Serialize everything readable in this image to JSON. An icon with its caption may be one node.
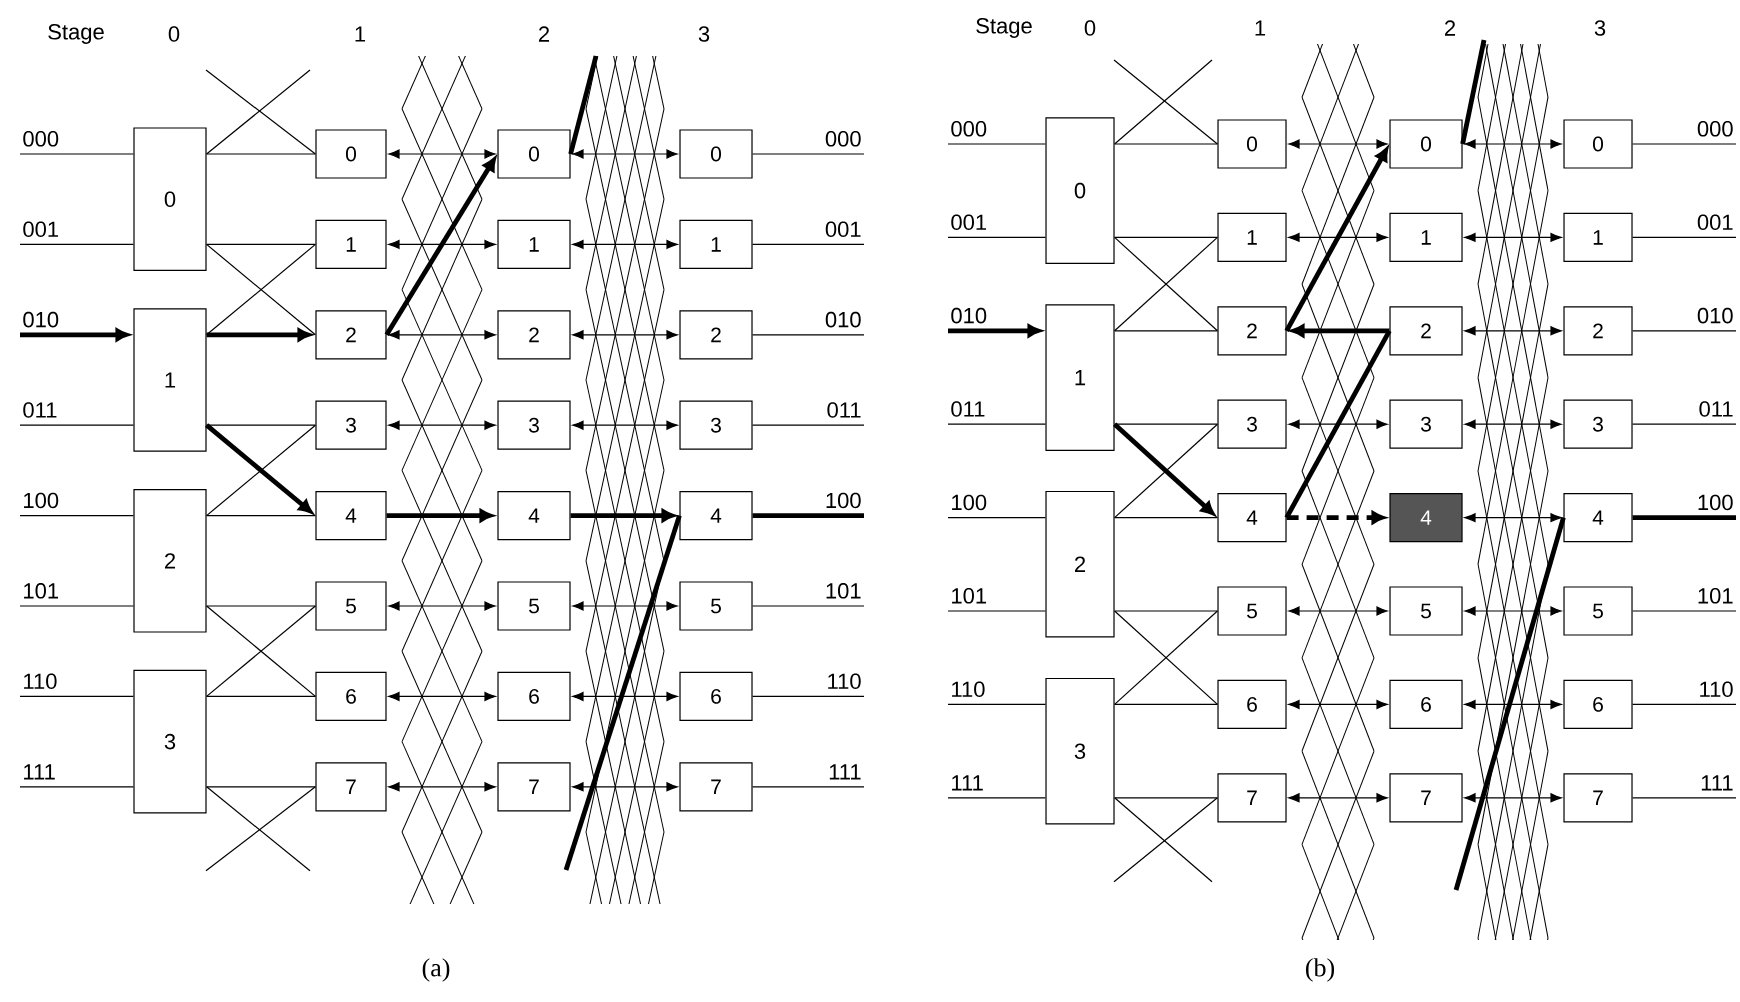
{
  "diagram": {
    "nodes": [
      {
        "text": [
          "000"
        ]
      },
      {
        "text": [
          "001"
        ]
      },
      {
        "text": [
          "010"
        ]
      },
      {
        "text": [
          "011"
        ]
      },
      {
        "text": [
          "100"
        ]
      },
      {
        "text": [
          "101"
        ]
      },
      {
        "text": [
          "110"
        ]
      },
      {
        "text": [
          "111"
        ]
      },
      {
        "text": [
          "0"
        ]
      },
      {
        "text": [
          "1"
        ]
      },
      {
        "text": [
          "2"
        ]
      },
      {
        "text": [
          "3"
        ]
      },
      {
        "text": [
          "0"
        ]
      },
      {
        "text": [
          "1"
        ]
      },
      {
        "text": [
          "2"
        ]
      },
      {
        "text": [
          "3"
        ]
      },
      {
        "text": [
          "4"
        ]
      },
      {
        "text": [
          "5"
        ]
      },
      {
        "text": [
          "6"
        ]
      },
      {
        "text": [
          "7"
        ]
      },
      {
        "text": [
          "0"
        ]
      },
      {
        "text": [
          "1"
        ]
      },
      {
        "text": [
          "2"
        ]
      },
      {
        "text": [
          "3"
        ]
      },
      {
        "text": [
          "4"
        ]
      },
      {
        "text": [
          "5"
        ]
      },
      {
        "text": [
          "6"
        ]
      },
      {
        "text": [
          "7"
        ]
      },
      {
        "text": [
          "0"
        ]
      },
      {
        "text": [
          "1"
        ]
      },
      {
        "text": [
          "2"
        ]
      },
      {
        "text": [
          "3"
        ]
      },
      {
        "text": [
          "4"
        ]
      },
      {
        "text": [
          "5"
        ]
      },
      {
        "text": [
          "6"
        ]
      },
      {
        "text": [
          "7"
        ]
      },
      {
        "text": [
          "000"
        ]
      },
      {
        "text": [
          "001"
        ]
      },
      {
        "text": [
          "010"
        ]
      },
      {
        "text": [
          "011"
        ]
      },
      {
        "text": [
          "100"
        ]
      },
      {
        "text": [
          "101"
        ]
      },
      {
        "text": [
          "110"
        ]
      },
      {
        "text": [
          "111"
        ]
      },
      {
        "text": [
          "000"
        ]
      },
      {
        "text": [
          "001"
        ]
      },
      {
        "text": [
          "010"
        ]
      },
      {
        "text": [
          "011"
        ]
      },
      {
        "text": [
          "100"
        ]
      },
      {
        "text": [
          "101"
        ]
      },
      {
        "text": [
          "110"
        ]
      },
      {
        "text": [
          "111"
        ]
      },
      {
        "text": [
          "0"
        ]
      },
      {
        "text": [
          "1"
        ]
      },
      {
        "text": [
          "2"
        ]
      },
      {
        "text": [
          "3"
        ]
      },
      {
        "text": [
          "0"
        ]
      },
      {
        "text": [
          "1"
        ]
      },
      {
        "text": [
          "2"
        ]
      },
      {
        "text": [
          "3"
        ]
      },
      {
        "text": [
          "4"
        ]
      },
      {
        "text": [
          "5"
        ]
      },
      {
        "text": [
          "6"
        ]
      },
      {
        "text": [
          "7"
        ]
      },
      {
        "text": [
          "0"
        ]
      },
      {
        "text": [
          "1"
        ]
      },
      {
        "text": [
          "2"
        ]
      },
      {
        "text": [
          "3"
        ]
      },
      {
        "text": [
          "4"
        ]
      },
      {
        "text": [
          "5"
        ]
      },
      {
        "text": [
          "6"
        ]
      },
      {
        "text": [
          "7"
        ]
      },
      {
        "text": [
          "0"
        ]
      },
      {
        "text": [
          "1"
        ]
      },
      {
        "text": [
          "2"
        ]
      },
      {
        "text": [
          "3"
        ]
      },
      {
        "text": [
          "4"
        ]
      },
      {
        "text": [
          "5"
        ]
      },
      {
        "text": [
          "6"
        ]
      },
      {
        "text": [
          "7"
        ]
      },
      {
        "text": [
          "000"
        ]
      },
      {
        "text": [
          "001"
        ]
      },
      {
        "text": [
          "010"
        ]
      },
      {
        "text": [
          "011"
        ]
      },
      {
        "text": [
          "100"
        ]
      },
      {
        "text": [
          "101"
        ]
      },
      {
        "text": [
          "110"
        ]
      },
      {
        "text": [
          "111"
        ]
      }
    ],
    "edges": [
      {
        "from": 0,
        "to": 8,
        "arrow": "none"
      },
      {
        "from": 1,
        "to": 8,
        "arrow": "none"
      },
      {
        "from": 2,
        "to": 9,
        "arrow": "to",
        "style": "thick"
      },
      {
        "from": 3,
        "to": 9,
        "arrow": "none"
      },
      {
        "from": 4,
        "to": 10,
        "arrow": "none"
      },
      {
        "from": 5,
        "to": 10,
        "arrow": "none"
      },
      {
        "from": 6,
        "to": 11,
        "arrow": "none"
      },
      {
        "from": 7,
        "to": 11,
        "arrow": "none"
      },
      {
        "from": 8,
        "to": 12,
        "arrow": "none"
      },
      {
        "from": 8,
        "to": 13,
        "arrow": "none"
      },
      {
        "from": 8,
        "to": 14,
        "arrow": "none"
      },
      {
        "from": 8,
        "to": null,
        "arrow": "none"
      },
      {
        "from": 9,
        "to": 14,
        "arrow": "to",
        "style": "thick"
      },
      {
        "from": 9,
        "to": 15,
        "arrow": "none"
      },
      {
        "from": 9,
        "to": 13,
        "arrow": "none"
      },
      {
        "from": 9,
        "to": 16,
        "arrow": "to",
        "style": "thick"
      },
      {
        "from": 10,
        "to": 16,
        "arrow": "none"
      },
      {
        "from": 10,
        "to": 17,
        "arrow": "none"
      },
      {
        "from": 10,
        "to": 15,
        "arrow": "none"
      },
      {
        "from": 10,
        "to": 18,
        "arrow": "none"
      },
      {
        "from": 11,
        "to": 18,
        "arrow": "none"
      },
      {
        "from": 11,
        "to": 19,
        "arrow": "none"
      },
      {
        "from": 11,
        "to": 17,
        "arrow": "none"
      },
      {
        "from": 11,
        "to": null,
        "arrow": "none"
      },
      {
        "from": null,
        "to": 12,
        "arrow": "none"
      },
      {
        "from": null,
        "to": 19,
        "arrow": "none"
      },
      {
        "from": 12,
        "to": 20,
        "arrow": "both"
      },
      {
        "from": 13,
        "to": 21,
        "arrow": "both"
      },
      {
        "from": 14,
        "to": 22,
        "arrow": "both"
      },
      {
        "from": 15,
        "to": 23,
        "arrow": "both"
      },
      {
        "from": 16,
        "to": 24,
        "arrow": "to",
        "style": "thick"
      },
      {
        "from": 17,
        "to": 25,
        "arrow": "both"
      },
      {
        "from": 18,
        "to": 26,
        "arrow": "both"
      },
      {
        "from": 19,
        "to": 27,
        "arrow": "both"
      },
      {
        "from": 14,
        "to": 20,
        "arrow": "to",
        "style": "thick"
      },
      {
        "from": 20,
        "to": 28,
        "arrow": "both"
      },
      {
        "from": 21,
        "to": 29,
        "arrow": "both"
      },
      {
        "from": 22,
        "to": 30,
        "arrow": "both"
      },
      {
        "from": 23,
        "to": 31,
        "arrow": "both"
      },
      {
        "from": 24,
        "to": 32,
        "arrow": "to",
        "style": "thick"
      },
      {
        "from": 25,
        "to": 33,
        "arrow": "both"
      },
      {
        "from": 26,
        "to": 34,
        "arrow": "both"
      },
      {
        "from": 27,
        "to": 35,
        "arrow": "both"
      },
      {
        "from": 20,
        "to": null,
        "arrow": "none",
        "style": "thick"
      },
      {
        "from": null,
        "to": 32,
        "arrow": "none",
        "style": "thick"
      },
      {
        "from": 28,
        "to": 36,
        "arrow": "none"
      },
      {
        "from": 29,
        "to": 37,
        "arrow": "none"
      },
      {
        "from": 30,
        "to": 38,
        "arrow": "none"
      },
      {
        "from": 31,
        "to": 39,
        "arrow": "none"
      },
      {
        "from": 32,
        "to": 40,
        "arrow": "none",
        "style": "thick"
      },
      {
        "from": 33,
        "to": 41,
        "arrow": "none"
      },
      {
        "from": 34,
        "to": 42,
        "arrow": "none"
      },
      {
        "from": 35,
        "to": 43,
        "arrow": "none"
      },
      {
        "from": 44,
        "to": 52,
        "arrow": "none"
      },
      {
        "from": 45,
        "to": 52,
        "arrow": "none"
      },
      {
        "from": 46,
        "to": 53,
        "arrow": "to",
        "style": "thick"
      },
      {
        "from": 47,
        "to": 53,
        "arrow": "none"
      },
      {
        "from": 48,
        "to": 54,
        "arrow": "none"
      },
      {
        "from": 49,
        "to": 54,
        "arrow": "none"
      },
      {
        "from": 50,
        "to": 55,
        "arrow": "none"
      },
      {
        "from": 51,
        "to": 55,
        "arrow": "none"
      },
      {
        "from": 52,
        "to": 56,
        "arrow": "none"
      },
      {
        "from": 52,
        "to": 57,
        "arrow": "none"
      },
      {
        "from": 52,
        "to": 58,
        "arrow": "none"
      },
      {
        "from": 52,
        "to": null,
        "arrow": "none"
      },
      {
        "from": 53,
        "to": 58,
        "arrow": "none"
      },
      {
        "from": 53,
        "to": 59,
        "arrow": "none"
      },
      {
        "from": 53,
        "to": 57,
        "arrow": "none"
      },
      {
        "from": 53,
        "to": 60,
        "arrow": "to",
        "style": "thick"
      },
      {
        "from": 54,
        "to": 60,
        "arrow": "none"
      },
      {
        "from": 54,
        "to": 61,
        "arrow": "none"
      },
      {
        "from": 54,
        "to": 59,
        "arrow": "none"
      },
      {
        "from": 54,
        "to": 62,
        "arrow": "none"
      },
      {
        "from": 55,
        "to": 62,
        "arrow": "none"
      },
      {
        "from": 55,
        "to": 63,
        "arrow": "none"
      },
      {
        "from": 55,
        "to": 61,
        "arrow": "none"
      },
      {
        "from": 55,
        "to": null,
        "arrow": "none"
      },
      {
        "from": null,
        "to": 56,
        "arrow": "none"
      },
      {
        "from": null,
        "to": 63,
        "arrow": "none"
      },
      {
        "from": 56,
        "to": 64,
        "arrow": "both"
      },
      {
        "from": 57,
        "to": 65,
        "arrow": "both"
      },
      {
        "from": 66,
        "to": 58,
        "arrow": "to",
        "style": "thick"
      },
      {
        "from": 59,
        "to": 67,
        "arrow": "both"
      },
      {
        "from": 60,
        "to": 68,
        "arrow": "to",
        "style": "dashed"
      },
      {
        "from": 61,
        "to": 69,
        "arrow": "both"
      },
      {
        "from": 62,
        "to": 70,
        "arrow": "both"
      },
      {
        "from": 63,
        "to": 71,
        "arrow": "both"
      },
      {
        "from": 58,
        "to": 64,
        "arrow": "to",
        "style": "thick"
      },
      {
        "from": 60,
        "to": 66,
        "arrow": "none",
        "style": "thick"
      },
      {
        "from": 64,
        "to": 72,
        "arrow": "both"
      },
      {
        "from": 65,
        "to": 73,
        "arrow": "both"
      },
      {
        "from": 66,
        "to": 74,
        "arrow": "both"
      },
      {
        "from": 67,
        "to": 75,
        "arrow": "both"
      },
      {
        "from": 68,
        "to": 76,
        "arrow": "both"
      },
      {
        "from": 69,
        "to": 77,
        "arrow": "both"
      },
      {
        "from": 70,
        "to": 78,
        "arrow": "both"
      },
      {
        "from": 71,
        "to": 79,
        "arrow": "both"
      },
      {
        "from": 64,
        "to": null,
        "arrow": "none",
        "style": "thick"
      },
      {
        "from": null,
        "to": 76,
        "arrow": "none",
        "style": "thick"
      },
      {
        "from": 72,
        "to": 80,
        "arrow": "none"
      },
      {
        "from": 73,
        "to": 81,
        "arrow": "none"
      },
      {
        "from": 74,
        "to": 82,
        "arrow": "none"
      },
      {
        "from": 75,
        "to": 83,
        "arrow": "none"
      },
      {
        "from": 76,
        "to": 84,
        "arrow": "none",
        "style": "thick"
      },
      {
        "from": 77,
        "to": 85,
        "arrow": "none"
      },
      {
        "from": 78,
        "to": 86,
        "arrow": "none"
      },
      {
        "from": 79,
        "to": 87,
        "arrow": "none"
      }
    ],
    "labels": [
      "Stage",
      "0",
      "1",
      "2",
      "3",
      "Stage",
      "0",
      "1",
      "2",
      "3",
      "(a)",
      "(b)"
    ]
  }
}
